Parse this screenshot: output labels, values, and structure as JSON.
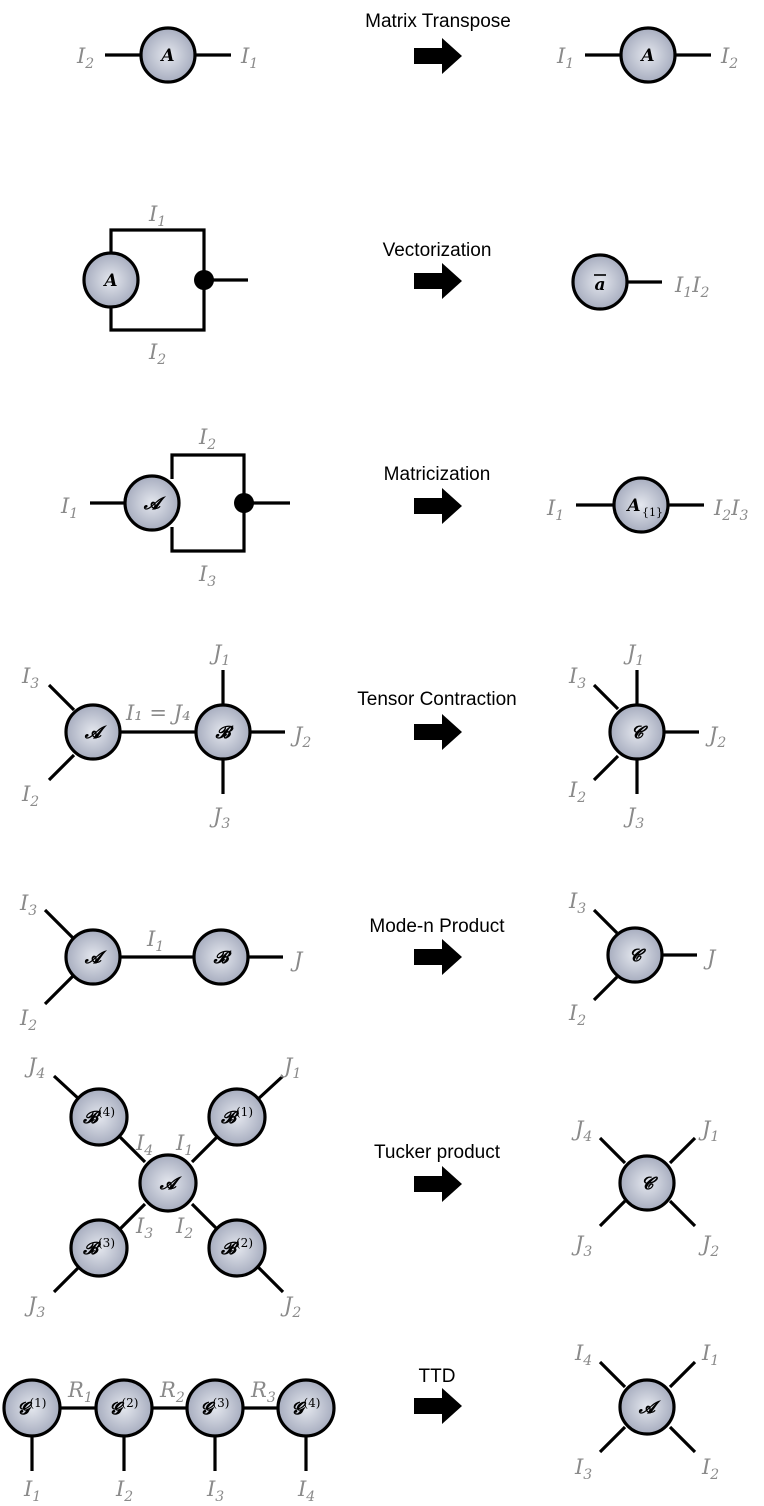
{
  "rows": [
    {
      "title": "Matrix Transpose"
    },
    {
      "title": "Vectorization"
    },
    {
      "title": "Matricization"
    },
    {
      "title": "Tensor Contraction"
    },
    {
      "title": "Mode-n Product"
    },
    {
      "title": "Tucker product"
    },
    {
      "title": "TTD"
    }
  ],
  "node_letters": {
    "A": "A",
    "a": "a",
    "A_cal": "𝓐",
    "B_cal": "𝓑",
    "C_cal": "𝓒",
    "G_cal": "𝓖"
  },
  "index_letters": {
    "I": "I",
    "J": "J",
    "R": "R"
  },
  "superscripts": [
    "(1)",
    "(2)",
    "(3)",
    "(4)"
  ],
  "matricization_subscript": "{1}",
  "contraction_equation": "I₁ = J₄"
}
